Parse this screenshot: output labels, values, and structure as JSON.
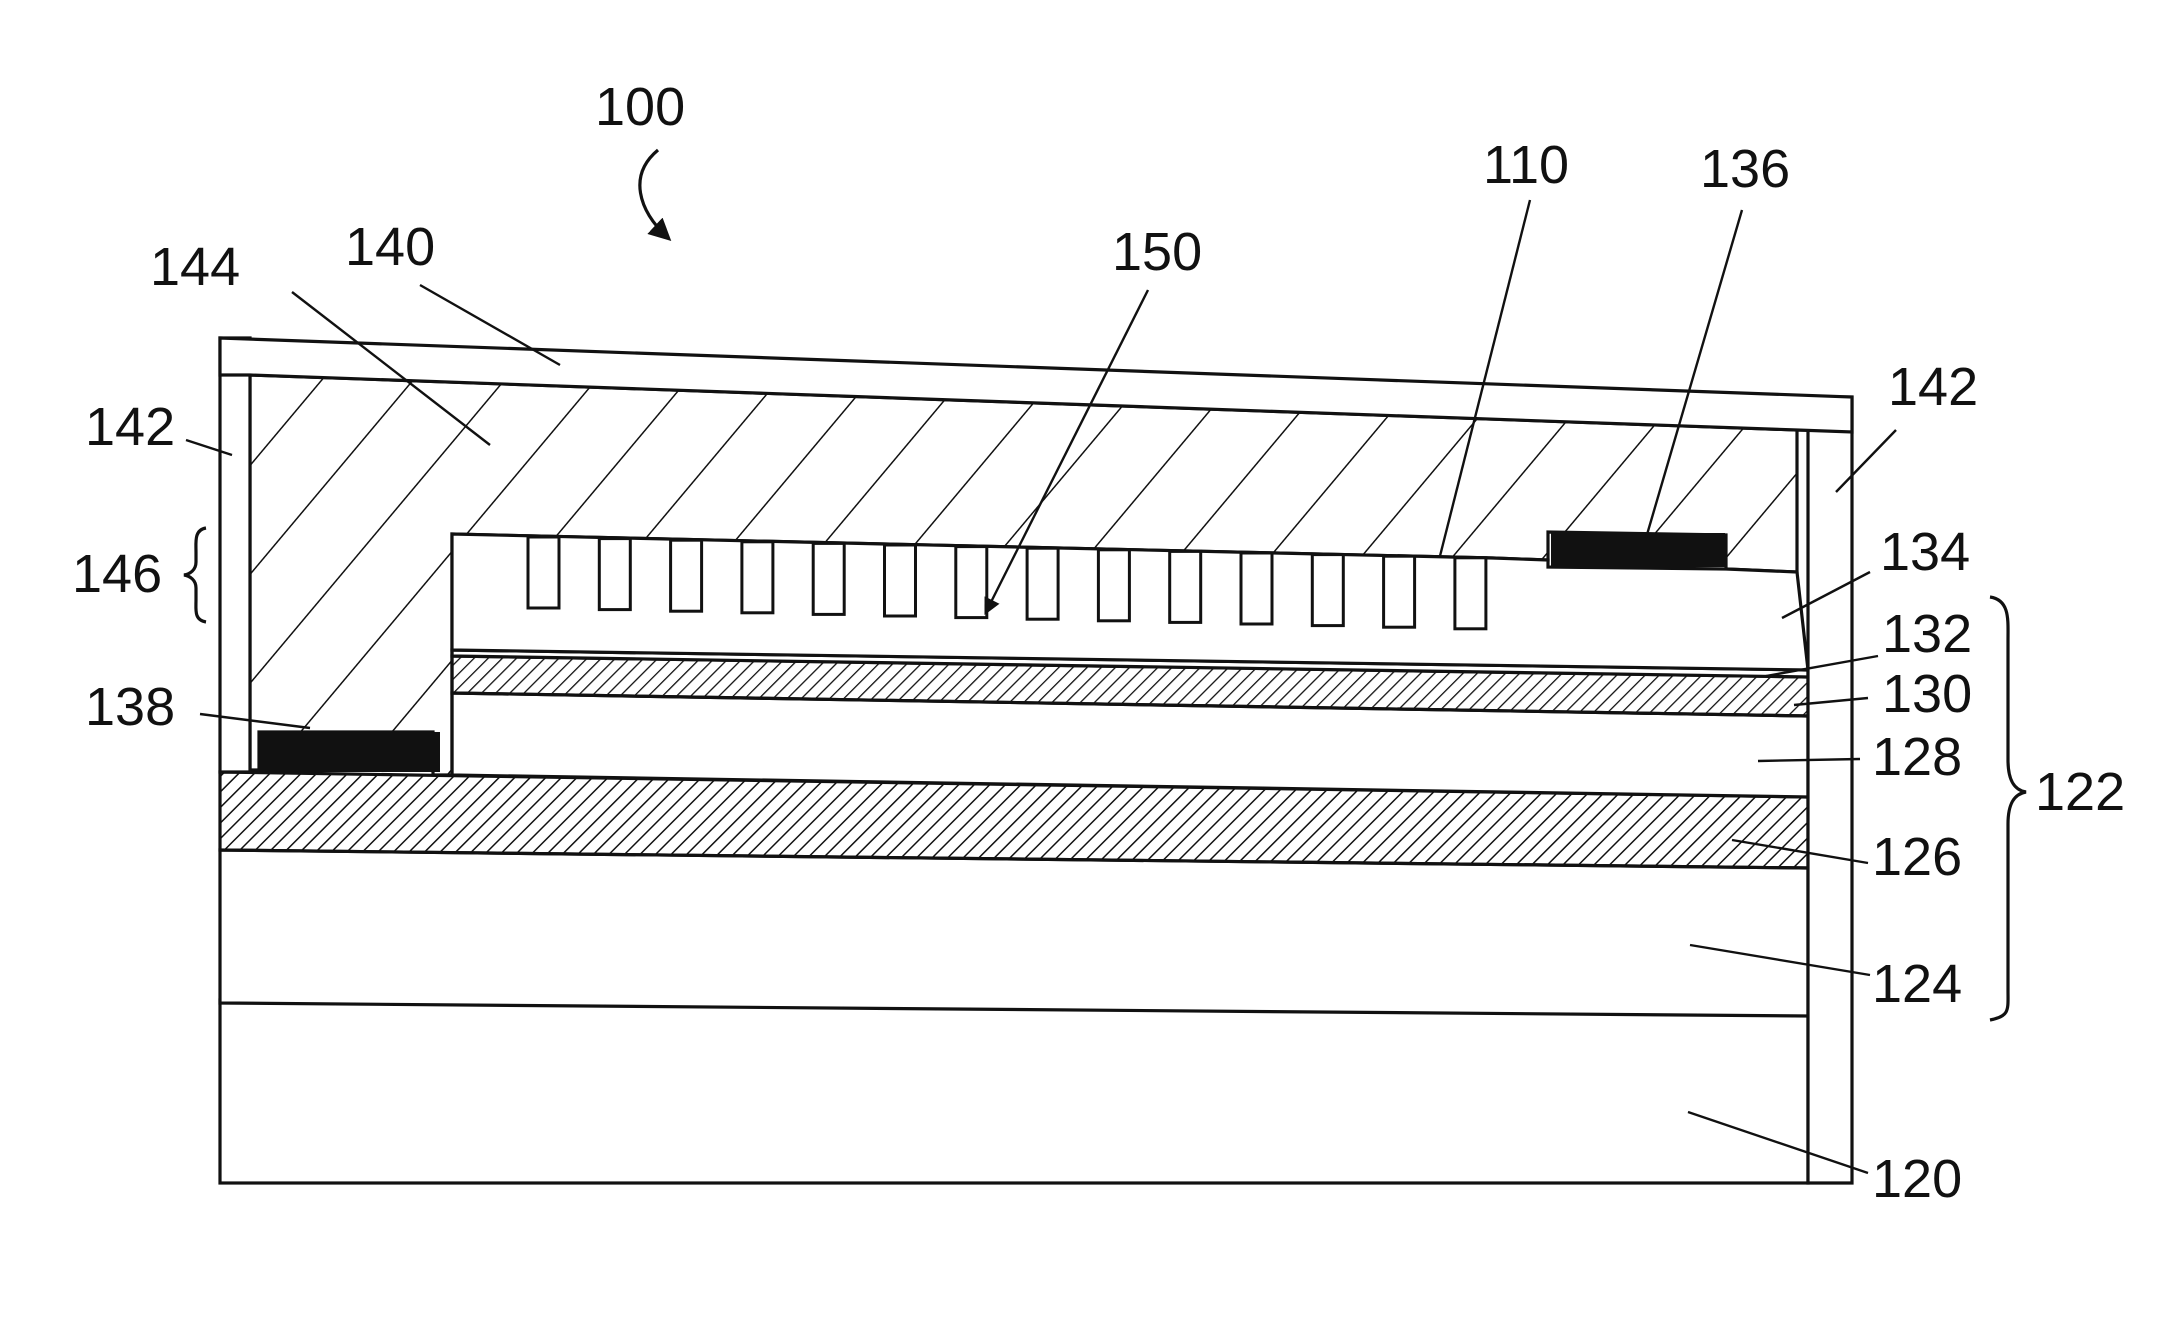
{
  "figure": {
    "labels": {
      "device": "100",
      "grating": "110",
      "substrate": "120",
      "stack": "122",
      "layer_124": "124",
      "layer_126": "126",
      "layer_128": "128",
      "layer_130": "130",
      "layer_132": "132",
      "layer_134": "134",
      "contact_top": "136",
      "contact_bottom": "138",
      "cap": "140",
      "side_wall_left": "142",
      "side_wall_right": "142",
      "fill": "144",
      "gap": "146",
      "tooth": "150"
    },
    "colors": {
      "ink": "#111111",
      "background": "#ffffff"
    }
  }
}
